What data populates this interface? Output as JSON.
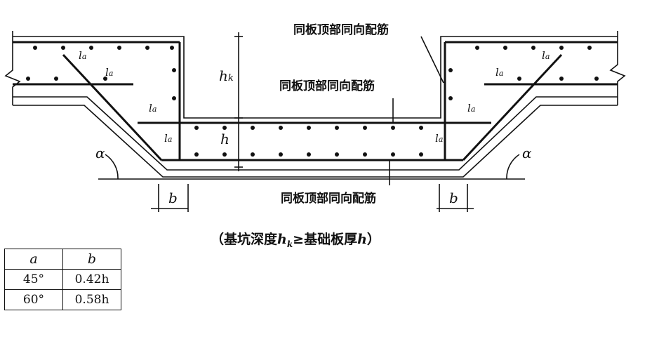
{
  "labels": {
    "rebar_note_top": "同板顶部同向配筋",
    "rebar_note_mid": "同板顶部同向配筋",
    "rebar_note_bottom": "同板顶部同向配筋"
  },
  "symbols": {
    "hk": "h",
    "hk_sub": "k",
    "h": "h",
    "la": "l",
    "la_sub": "a",
    "alpha": "α",
    "b": "b"
  },
  "caption": {
    "open": "（基坑深度",
    "hk": "h",
    "hk_sub": "k",
    "ge": "≥基础板厚",
    "h": "h",
    "close": "）"
  },
  "table": {
    "headers": [
      "a",
      "b"
    ],
    "rows": [
      [
        "45°",
        "0.42h"
      ],
      [
        "60°",
        "0.58h"
      ]
    ]
  }
}
